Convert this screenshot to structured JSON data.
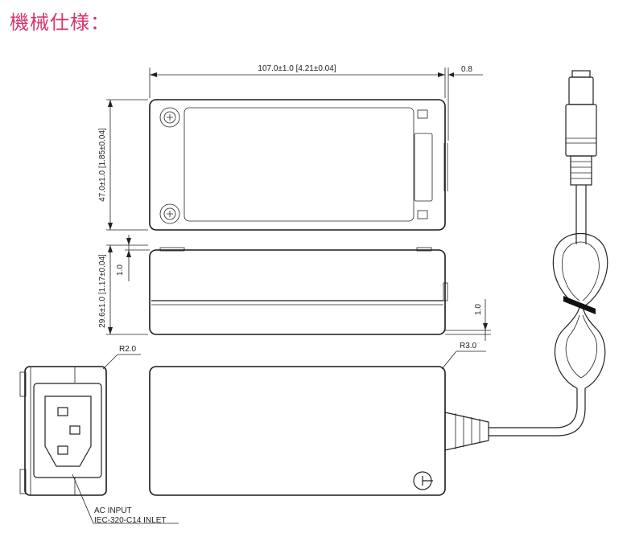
{
  "title": "機械仕様：",
  "dimensions": {
    "length": "107.0±1.0 [4.21±0.04]",
    "lip": "0.8",
    "width": "47.0±1.0 [1.85±0.04]",
    "height": "29.6±1.0 [1.17±0.04]",
    "offset_left": "1.0",
    "offset_right": "1.0",
    "radius_inlet": "R2.0",
    "radius_body": "R3.0"
  },
  "labels": {
    "inlet_line1": "AC INPUT",
    "inlet_line2": "IEC-320-C14 INLET"
  },
  "colors": {
    "title": "#d6336f",
    "line": "#222222"
  }
}
